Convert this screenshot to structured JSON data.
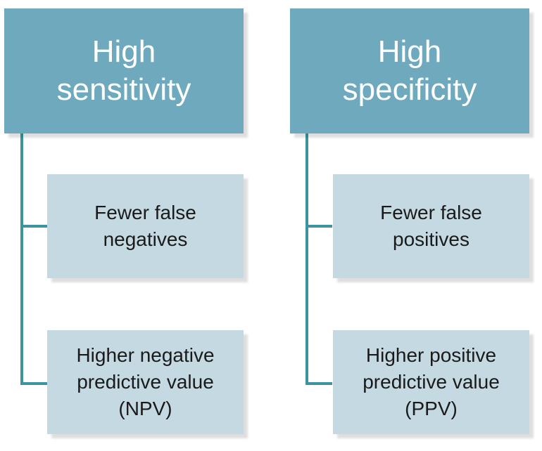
{
  "colors": {
    "header_fill": "#6ea9be",
    "sub_fill": "#c5d9e2",
    "connector": "#3e93a0",
    "header_text": "#ffffff",
    "sub_text": "#1a1a1a"
  },
  "left": {
    "header": "High\nsensitivity",
    "items": [
      "Fewer false\nnegatives",
      "Higher negative\npredictive value\n(NPV)"
    ]
  },
  "right": {
    "header": "High\nspecificity",
    "items": [
      "Fewer false\npositives",
      "Higher positive\npredictive value\n(PPV)"
    ]
  }
}
